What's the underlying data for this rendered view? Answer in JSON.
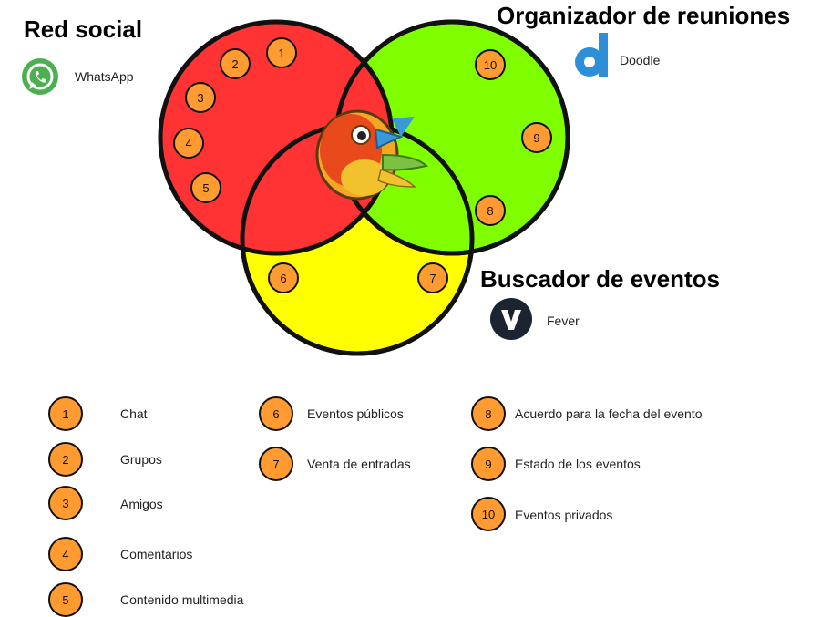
{
  "groups": {
    "social": {
      "title": "Red social",
      "app": "WhatsApp",
      "color": "#ff3333"
    },
    "meetings": {
      "title": "Organizador de reuniones",
      "app": "Doodle",
      "color": "#80ff00"
    },
    "events": {
      "title": "Buscador de eventos",
      "app": "Fever",
      "color": "#ffff00"
    }
  },
  "badge_color": "#ff9b30",
  "features": [
    {
      "num": "1",
      "label": "Chat"
    },
    {
      "num": "2",
      "label": "Grupos"
    },
    {
      "num": "3",
      "label": "Amigos"
    },
    {
      "num": "4",
      "label": "Comentarios"
    },
    {
      "num": "5",
      "label": "Contenido multimedia"
    },
    {
      "num": "6",
      "label": "Eventos públicos"
    },
    {
      "num": "7",
      "label": "Venta de entradas"
    },
    {
      "num": "8",
      "label": "Acuerdo para la fecha del evento"
    },
    {
      "num": "9",
      "label": "Estado de los eventos"
    },
    {
      "num": "10",
      "label": "Eventos privados"
    }
  ],
  "icons": {
    "whatsapp": "whatsapp-logo-icon",
    "doodle": "doodle-logo-icon",
    "fever": "fever-logo-icon",
    "center": "bower-bird-logo-icon"
  }
}
